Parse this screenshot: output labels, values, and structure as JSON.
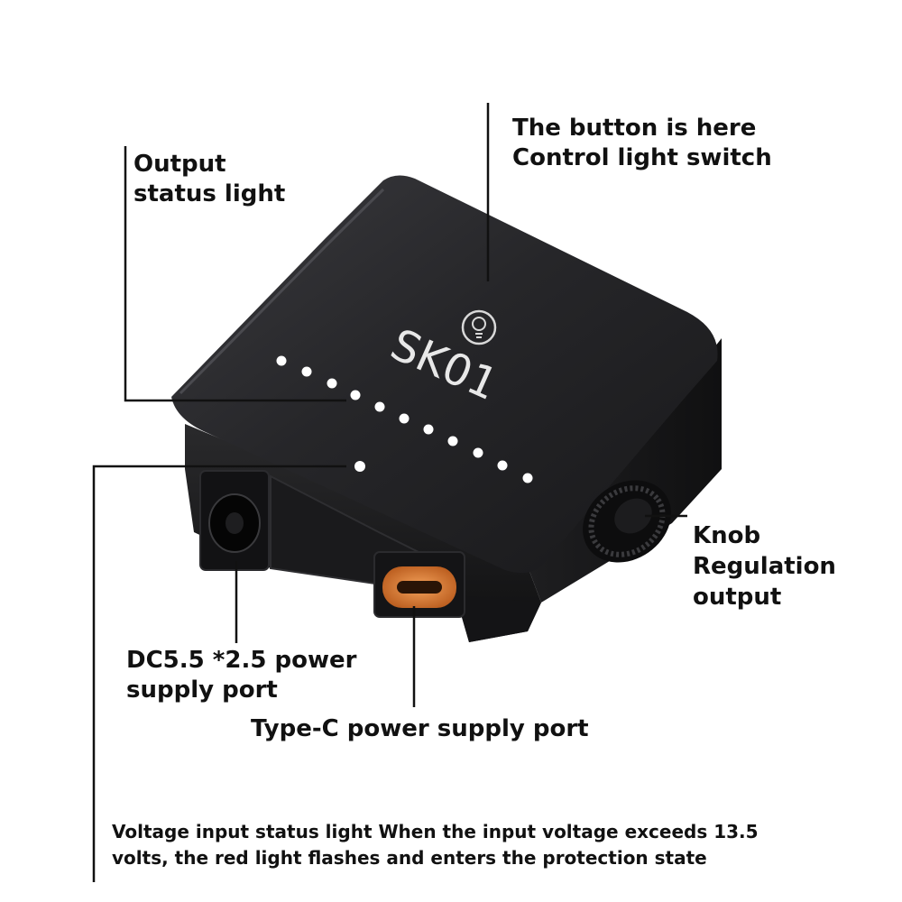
{
  "device": {
    "model": "SK01",
    "colors": {
      "body": "#1b1b1d",
      "top": "#232326",
      "led": "#ffffff",
      "typec_port": "#e07a2e"
    },
    "icons": [
      "bulb-button-icon"
    ]
  },
  "callouts": {
    "output_light": {
      "lines": [
        "Output",
        "status light"
      ]
    },
    "button": {
      "lines": [
        "The button is here",
        "Control light switch"
      ]
    },
    "knob": {
      "lines": [
        "Knob",
        "Regulation",
        "output"
      ]
    },
    "dc_port": {
      "lines": [
        "DC5.5 *2.5 power",
        "supply port"
      ]
    },
    "typec_port": {
      "lines": [
        "Type-C power supply port"
      ]
    },
    "voltage_light": {
      "lines": [
        "Voltage input status light When the input voltage exceeds 13.5",
        "volts, the red light flashes and enters the protection state"
      ]
    }
  }
}
